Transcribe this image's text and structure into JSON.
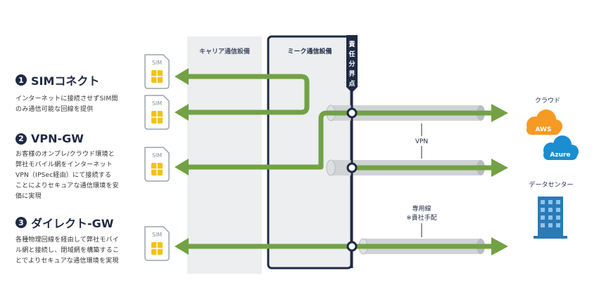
{
  "sections": [
    {
      "num": "1",
      "title": "SIMコネクト",
      "desc": [
        "インターネットに接続させずSIM間",
        "のみ通信可能な回線を提供"
      ]
    },
    {
      "num": "2",
      "title": "VPN-GW",
      "desc": [
        "お客様のオンプレ/クラウド環境と",
        "弊社モバイル網をインターネット",
        "VPN（IPSec経由）にて接続する",
        "ことによりセキュアな通信環境を安",
        "価に実現"
      ]
    },
    {
      "num": "3",
      "title": "ダイレクト-GW",
      "desc": [
        "各種物理回線を経由して弊社モバイ",
        "ル網と接続し、閉域網を構築するこ",
        "とでよりセキュアな通信環境を実現"
      ]
    }
  ],
  "columns": {
    "carrier": "キャリア通信設備",
    "mique": "ミーク通信設備"
  },
  "boundary": [
    "責",
    "任",
    "分",
    "界",
    "点"
  ],
  "sim_label": "SIM",
  "labels": {
    "vpn": "VPN",
    "leased": "専用線",
    "leased_note": "※貴社手配",
    "cloud": "クラウド",
    "datacenter": "データセンター",
    "aws": "AWS",
    "azure": "Azure"
  },
  "colors": {
    "green": "#72a244",
    "navy": "#1f2a44",
    "column_bg": "#eceef0",
    "pipe": "#cfd3d6",
    "aws": "#f59a23",
    "azure": "#1a8ed0",
    "building": "#2a7ab8"
  }
}
